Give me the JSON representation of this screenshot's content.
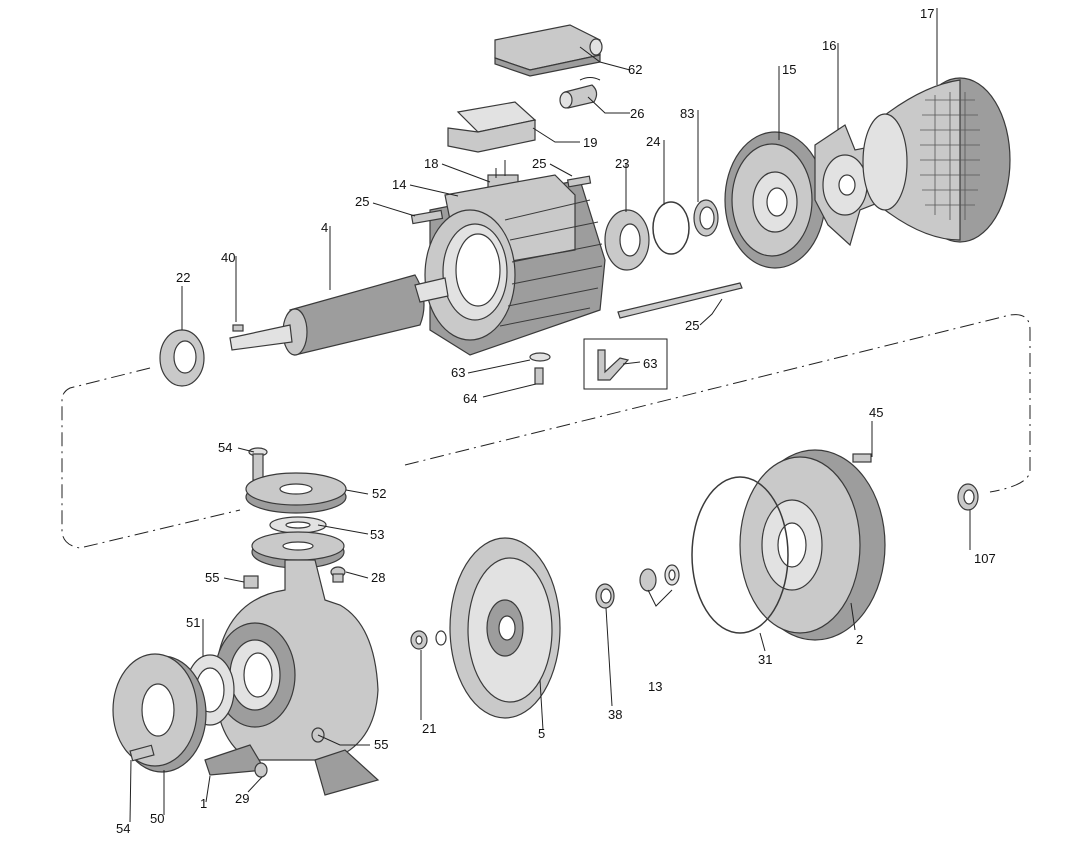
{
  "labels": {
    "p62": "62",
    "p17": "17",
    "p16": "16",
    "p15": "15",
    "p26": "26",
    "p83": "83",
    "p24": "24",
    "p19": "19",
    "p23": "23",
    "p18": "18",
    "p25a": "25",
    "p14": "14",
    "p25b": "25",
    "p4": "4",
    "p40": "40",
    "p22": "22",
    "p25c": "25",
    "p63a": "63",
    "p63b": "63",
    "p64": "64",
    "p45": "45",
    "p54a": "54",
    "p52": "52",
    "p53": "53",
    "p55a": "55",
    "p28": "28",
    "p107": "107",
    "p51": "51",
    "p21": "21",
    "p5": "5",
    "p38": "38",
    "p13": "13",
    "p31": "31",
    "p2": "2",
    "p55b": "55",
    "p29": "29",
    "p1": "1",
    "p50": "50",
    "p54b": "54"
  }
}
